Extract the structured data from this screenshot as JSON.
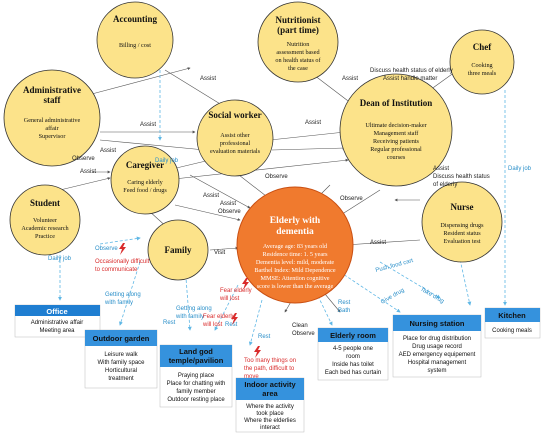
{
  "nodes": {
    "accounting": {
      "title": "Accounting",
      "body": [
        "Billing / cost"
      ]
    },
    "nutritionist": {
      "title": [
        "Nutritionist",
        "(part time)"
      ],
      "body": [
        "Nutrition",
        "assessment based",
        "on health status of",
        "the case"
      ]
    },
    "chef": {
      "title": "Chef",
      "body": [
        "Cooking",
        "three meals"
      ]
    },
    "admin": {
      "title": [
        "Administrative",
        "staff"
      ],
      "body": [
        "General administrative",
        "affair",
        "Supervisor"
      ]
    },
    "social": {
      "title": "Social worker",
      "body": [
        "Assist other",
        "professional",
        "evaluation materials"
      ]
    },
    "dean": {
      "title": "Dean of Institution",
      "body": [
        "Ultimate decision-maker",
        "Management staff",
        "Receiving patients",
        "Regular professional",
        "courses"
      ]
    },
    "caregiver": {
      "title": "Caregiver",
      "body": [
        "Caring elderly",
        "Feed food / drugs"
      ]
    },
    "student": {
      "title": "Student",
      "body": [
        "Volunteer",
        "Academic research",
        "Practice"
      ]
    },
    "family": {
      "title": "Family",
      "body": []
    },
    "nurse": {
      "title": "Nurse",
      "body": [
        "Dispensing drugs",
        "Resident status",
        "Evaluation test"
      ]
    },
    "elderly": {
      "title": [
        "Elderly with",
        "dementia"
      ],
      "body": [
        "Average age: 83 years old",
        "Residence time: 1. 5 years",
        "Dementia level: mild, moderate",
        "Barthel Index: Mild Dependence",
        "MMSE: Attention cognitive",
        "score is lower than the average"
      ]
    }
  },
  "edge_labels": {
    "assist": "Assist",
    "observe": "Observe",
    "discuss_elderly_1": "Discuss health status of elderly",
    "assist_handle": "Assist handle matter",
    "discuss_elderly_2": [
      "Discuss health status",
      "of elderly"
    ],
    "visit": "Visit",
    "clean": "Clean",
    "rest": "Rest",
    "rest_bath": [
      "Rest",
      "Bath"
    ],
    "give_drug": "Give drug",
    "take_drug": "Take drug",
    "push_food_cart": "Push food cart",
    "daily_job": "Daily job",
    "getting_along_1": [
      "Getting along",
      "with family"
    ],
    "getting_along_2": [
      "Getting along",
      "with family"
    ],
    "difficult_communicate": [
      "Occasionally difficult",
      "to communicate"
    ],
    "fear_lost_1": [
      "Fear elderly",
      "will lost"
    ],
    "fear_lost_2": [
      "Fear elderly",
      "will lost"
    ],
    "too_many_things": [
      "Too many things on",
      "the path, difficult to",
      "move"
    ]
  },
  "places": {
    "office": {
      "title": "Office",
      "body": [
        "Administrative affair",
        "Meeting area"
      ]
    },
    "garden": {
      "title": "Outdoor garden",
      "body": [
        "Leisure walk",
        "With family space",
        "Horticultural",
        "treatment"
      ]
    },
    "temple": {
      "title": [
        "Land god",
        "temple/pavilion"
      ],
      "body": [
        "Praying place",
        "Place for chatting with",
        "family member",
        "Outdoor resting place"
      ]
    },
    "activity": {
      "title": [
        "Indoor activity",
        "area"
      ],
      "body": [
        "Where the activity",
        "took place",
        "Where the elderlies",
        "interact"
      ]
    },
    "room": {
      "title": "Elderly room",
      "body": [
        "4-5 people one",
        "room",
        "Inside has toilet",
        "Each bed has curtain"
      ]
    },
    "nursing": {
      "title": "Nursing station",
      "body": [
        "Place for drug distribution",
        "Drug usage record",
        "AED emergency equipement",
        "Hospital management",
        "system"
      ]
    },
    "kitchen": {
      "title": "Kitchen",
      "body": [
        "Cooking meals"
      ]
    }
  },
  "colors": {
    "node_fill": "#fce38a",
    "center_fill": "#f07a2e",
    "place_header": "#1f7ed1",
    "edge_blue": "#5fb7e5",
    "alert_red": "#d92b2b"
  }
}
